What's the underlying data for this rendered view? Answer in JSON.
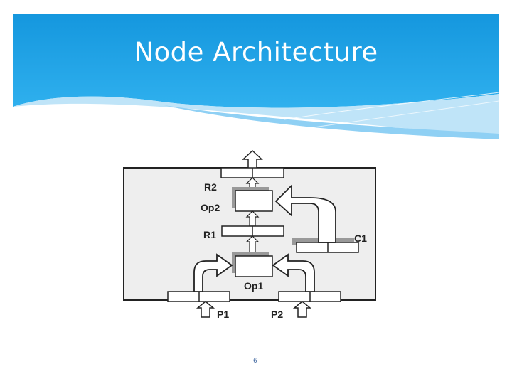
{
  "slide": {
    "title": "Node Architecture",
    "page_number": "6"
  },
  "diagram": {
    "labels": {
      "r2": "R2",
      "op2": "Op2",
      "r1": "R1",
      "c1": "C1",
      "op1": "Op1",
      "p1": "P1",
      "p2": "P2"
    }
  },
  "colors": {
    "header": "#1a9ae0",
    "diagram_bg": "#eeeeee"
  }
}
